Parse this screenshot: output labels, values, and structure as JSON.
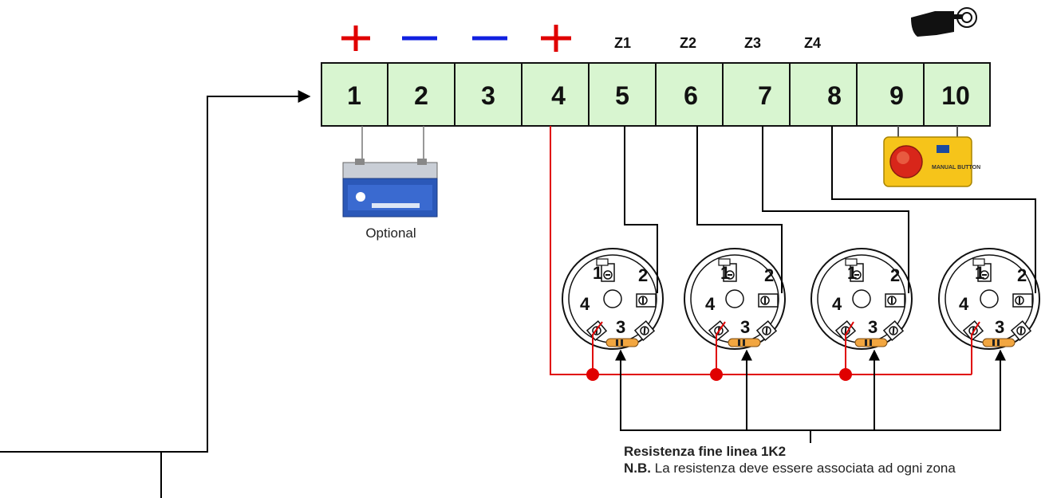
{
  "polarity_signs": [
    {
      "symbol": "+",
      "color": "#e00000"
    },
    {
      "symbol": "—",
      "color": "#1020e0"
    },
    {
      "symbol": "—",
      "color": "#1020e0"
    },
    {
      "symbol": "+",
      "color": "#e00000"
    }
  ],
  "zone_labels": [
    "Z1",
    "Z2",
    "Z3",
    "Z4"
  ],
  "terminals": [
    "1",
    "2",
    "3",
    "4",
    "5",
    "6",
    "7",
    "8",
    "9",
    "10"
  ],
  "battery": {
    "label": "Optional"
  },
  "manual_button": {
    "label": "MANUAL BUTTON"
  },
  "detector_terminals": [
    "1",
    "2",
    "3",
    "4"
  ],
  "note": {
    "title": "Resistenza fine linea 1K2",
    "nb_prefix": "N.B.",
    "text": "La resistenza deve essere associata ad ogni zona"
  },
  "colors": {
    "terminal_fill": "#d8f5d0",
    "positive_wire": "#e00000",
    "signal_wire": "#000000"
  },
  "icons": [
    "pointing-hand-icon",
    "battery-icon",
    "manual-call-button-icon",
    "smoke-detector-base-icon"
  ]
}
